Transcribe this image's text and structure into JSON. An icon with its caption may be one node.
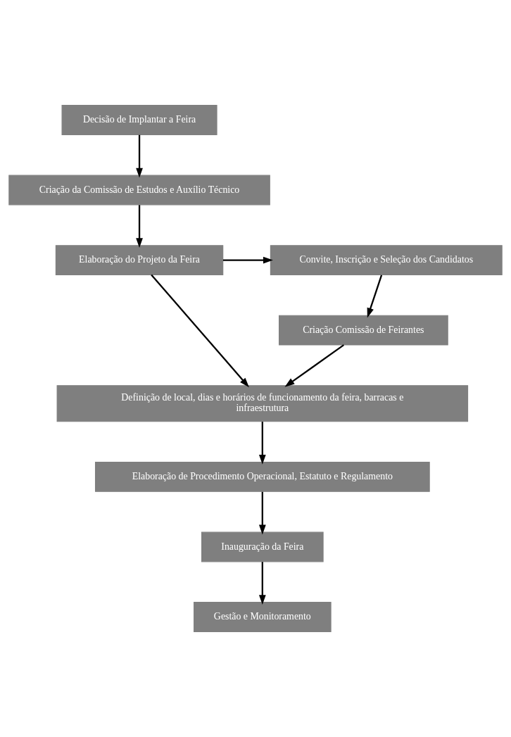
{
  "diagram": {
    "nodes": [
      {
        "text": [
          "Decisão de Implantar a Feira"
        ]
      },
      {
        "text": [
          "Criação da Comissão de Estudos e Auxílio Técnico"
        ]
      },
      {
        "text": [
          "Elaboração do Projeto da Feira"
        ]
      },
      {
        "text": [
          "Convite, Inscrição e Seleção dos Candidatos"
        ]
      },
      {
        "text": [
          "Criação Comissão de Feirantes"
        ]
      },
      {
        "text": [
          "Definição de local, dias e horários de funcionamento da feira, barracas e infraestrutura"
        ]
      },
      {
        "text": [
          "Elaboração de Procedimento Operacional, Estatuto e Regulamento"
        ]
      },
      {
        "text": [
          "Inauguração da Feira"
        ]
      },
      {
        "text": [
          "Gestão e Monitoramento"
        ]
      }
    ],
    "edges": [
      {
        "from": 0,
        "to": 1,
        "arrow": "to"
      },
      {
        "from": 1,
        "to": 2,
        "arrow": "to"
      },
      {
        "from": 2,
        "to": 3,
        "arrow": "to"
      },
      {
        "from": 3,
        "to": 4,
        "arrow": "to"
      },
      {
        "from": 2,
        "to": 5,
        "arrow": "to"
      },
      {
        "from": 4,
        "to": 5,
        "arrow": "to"
      },
      {
        "from": 5,
        "to": 6,
        "arrow": "to"
      },
      {
        "from": 6,
        "to": 7,
        "arrow": "to"
      },
      {
        "from": 7,
        "to": 8,
        "arrow": "to"
      }
    ]
  }
}
